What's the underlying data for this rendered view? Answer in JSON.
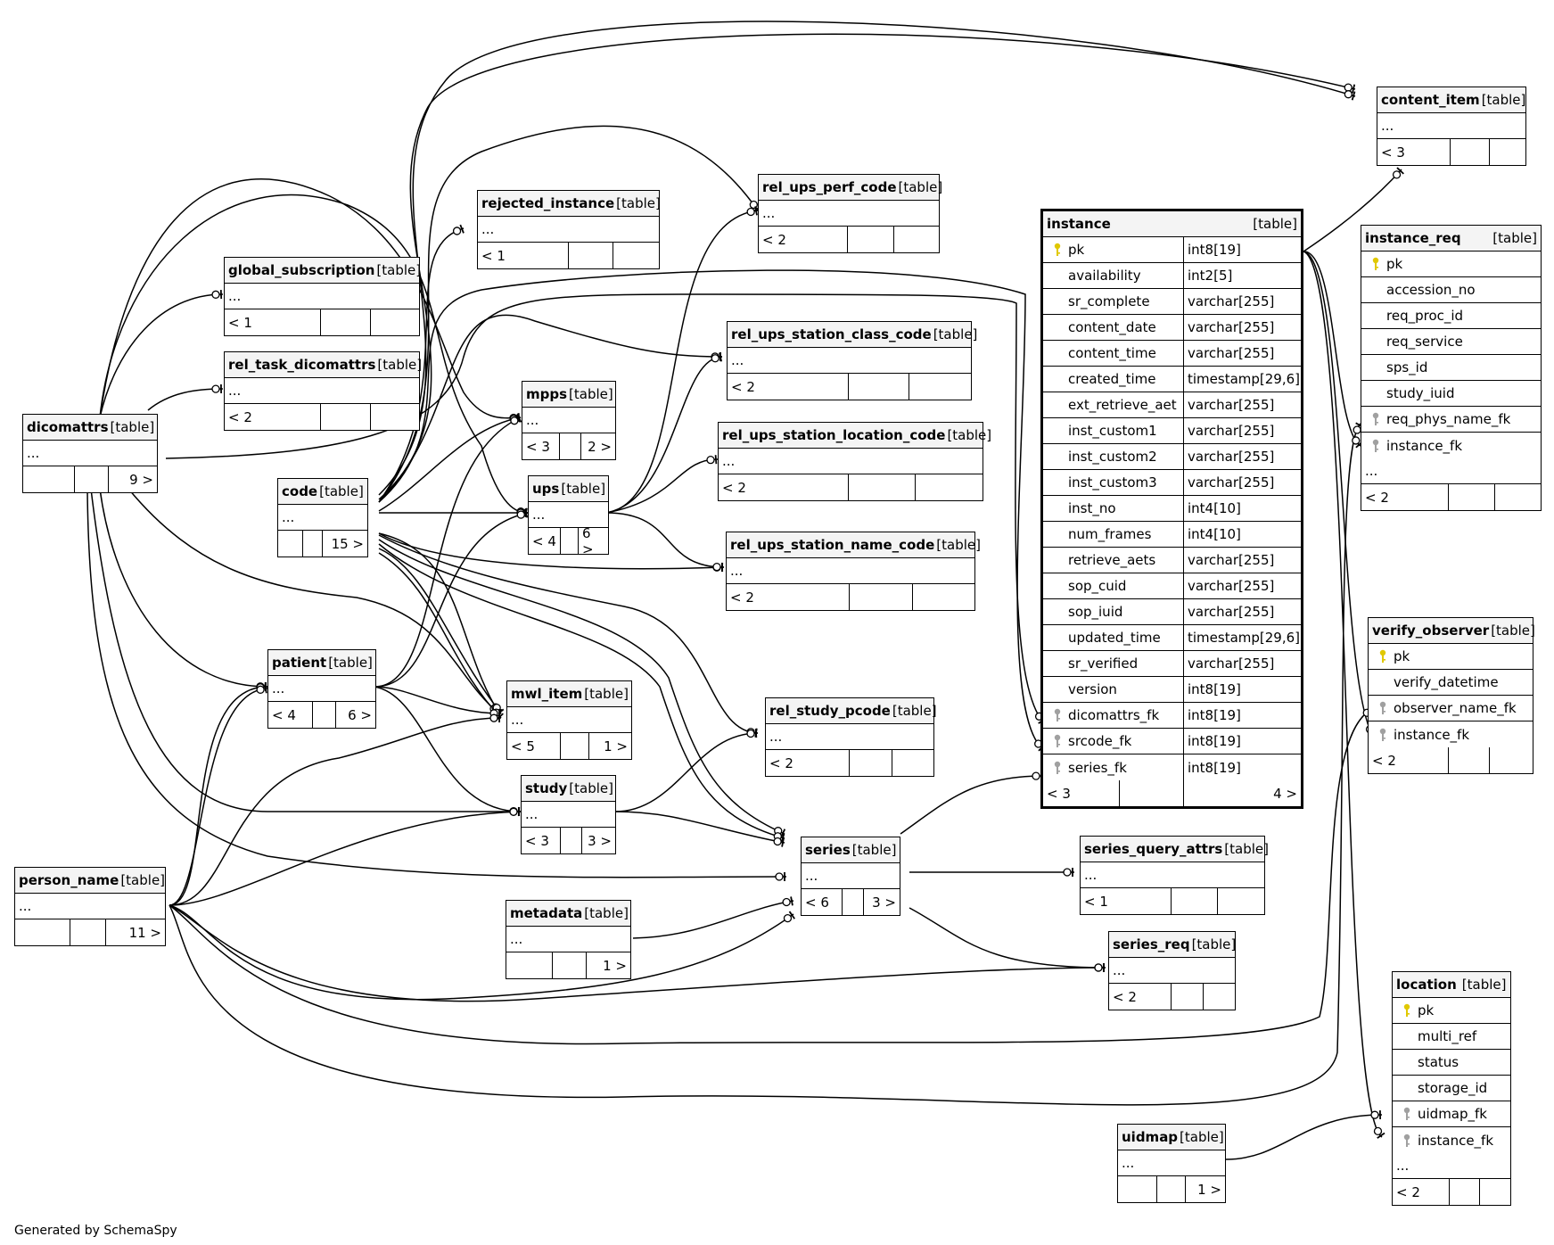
{
  "footer": "Generated by SchemaSpy",
  "colors": {
    "primary_key": "#e0c800",
    "foreign_key": "#a0a0a0",
    "header_bg": "#f4f4f4"
  },
  "tables": {
    "content_item": {
      "name": "content_item",
      "kind": "[table]",
      "ell": "...",
      "foot": [
        "< 3",
        "",
        ""
      ]
    },
    "instance": {
      "name": "instance",
      "kind": "[table]",
      "columns": [
        {
          "name": "pk",
          "type": "int8[19]",
          "key": "pk"
        },
        {
          "name": "availability",
          "type": "int2[5]",
          "key": ""
        },
        {
          "name": "sr_complete",
          "type": "varchar[255]",
          "key": ""
        },
        {
          "name": "content_date",
          "type": "varchar[255]",
          "key": ""
        },
        {
          "name": "content_time",
          "type": "varchar[255]",
          "key": ""
        },
        {
          "name": "created_time",
          "type": "timestamp[29,6]",
          "key": ""
        },
        {
          "name": "ext_retrieve_aet",
          "type": "varchar[255]",
          "key": ""
        },
        {
          "name": "inst_custom1",
          "type": "varchar[255]",
          "key": ""
        },
        {
          "name": "inst_custom2",
          "type": "varchar[255]",
          "key": ""
        },
        {
          "name": "inst_custom3",
          "type": "varchar[255]",
          "key": ""
        },
        {
          "name": "inst_no",
          "type": "int4[10]",
          "key": ""
        },
        {
          "name": "num_frames",
          "type": "int4[10]",
          "key": ""
        },
        {
          "name": "retrieve_aets",
          "type": "varchar[255]",
          "key": ""
        },
        {
          "name": "sop_cuid",
          "type": "varchar[255]",
          "key": ""
        },
        {
          "name": "sop_iuid",
          "type": "varchar[255]",
          "key": ""
        },
        {
          "name": "updated_time",
          "type": "timestamp[29,6]",
          "key": ""
        },
        {
          "name": "sr_verified",
          "type": "varchar[255]",
          "key": ""
        },
        {
          "name": "version",
          "type": "int8[19]",
          "key": ""
        },
        {
          "name": "dicomattrs_fk",
          "type": "int8[19]",
          "key": "fk"
        },
        {
          "name": "srcode_fk",
          "type": "int8[19]",
          "key": "fk"
        },
        {
          "name": "series_fk",
          "type": "int8[19]",
          "key": "fk"
        }
      ],
      "foot": [
        "< 3",
        "",
        "4 >"
      ]
    },
    "instance_req": {
      "name": "instance_req",
      "kind": "[table]",
      "columns": [
        {
          "name": "pk",
          "key": "pk"
        },
        {
          "name": "accession_no",
          "key": ""
        },
        {
          "name": "req_proc_id",
          "key": ""
        },
        {
          "name": "req_service",
          "key": ""
        },
        {
          "name": "sps_id",
          "key": ""
        },
        {
          "name": "study_iuid",
          "key": ""
        },
        {
          "name": "req_phys_name_fk",
          "key": "fk"
        },
        {
          "name": "instance_fk",
          "key": "fk"
        }
      ],
      "ell": "...",
      "foot": [
        "< 2",
        "",
        ""
      ]
    },
    "verify_observer": {
      "name": "verify_observer",
      "kind": "[table]",
      "columns": [
        {
          "name": "pk",
          "key": "pk"
        },
        {
          "name": "verify_datetime",
          "key": ""
        },
        {
          "name": "observer_name_fk",
          "key": "fk"
        },
        {
          "name": "instance_fk",
          "key": "fk"
        }
      ],
      "foot": [
        "< 2",
        "",
        ""
      ]
    },
    "location": {
      "name": "location",
      "kind": "[table]",
      "columns": [
        {
          "name": "pk",
          "key": "pk"
        },
        {
          "name": "multi_ref",
          "key": ""
        },
        {
          "name": "status",
          "key": ""
        },
        {
          "name": "storage_id",
          "key": ""
        },
        {
          "name": "uidmap_fk",
          "key": "fk"
        },
        {
          "name": "instance_fk",
          "key": "fk"
        }
      ],
      "ell": "...",
      "foot": [
        "< 2",
        "",
        ""
      ]
    },
    "rel_ups_perf_code": {
      "name": "rel_ups_perf_code",
      "kind": "[table]",
      "ell": "...",
      "foot": [
        "< 2",
        "",
        ""
      ]
    },
    "rejected_instance": {
      "name": "rejected_instance",
      "kind": "[table]",
      "ell": "...",
      "foot": [
        "< 1",
        "",
        ""
      ]
    },
    "global_subscription": {
      "name": "global_subscription",
      "kind": "[table]",
      "ell": "...",
      "foot": [
        "< 1",
        "",
        ""
      ]
    },
    "rel_task_dicomattrs": {
      "name": "rel_task_dicomattrs",
      "kind": "[table]",
      "ell": "...",
      "foot": [
        "< 2",
        "",
        ""
      ]
    },
    "rel_ups_station_class_code": {
      "name": "rel_ups_station_class_code",
      "kind": "[table]",
      "ell": "...",
      "foot": [
        "< 2",
        "",
        ""
      ]
    },
    "mpps": {
      "name": "mpps",
      "kind": "[table]",
      "ell": "...",
      "foot": [
        "< 3",
        "",
        "2 >"
      ]
    },
    "rel_ups_station_location_code": {
      "name": "rel_ups_station_location_code",
      "kind": "[table]",
      "ell": "...",
      "foot": [
        "< 2",
        "",
        ""
      ]
    },
    "dicomattrs": {
      "name": "dicomattrs",
      "kind": "[table]",
      "ell": "...",
      "foot": [
        "",
        "",
        "9 >"
      ]
    },
    "code": {
      "name": "code",
      "kind": "[table]",
      "ell": "...",
      "foot": [
        "",
        "",
        "15 >"
      ]
    },
    "ups": {
      "name": "ups",
      "kind": "[table]",
      "ell": "...",
      "foot": [
        "< 4",
        "",
        "6 >"
      ]
    },
    "rel_ups_station_name_code": {
      "name": "rel_ups_station_name_code",
      "kind": "[table]",
      "ell": "...",
      "foot": [
        "< 2",
        "",
        ""
      ]
    },
    "patient": {
      "name": "patient",
      "kind": "[table]",
      "ell": "...",
      "foot": [
        "< 4",
        "",
        "6 >"
      ]
    },
    "mwl_item": {
      "name": "mwl_item",
      "kind": "[table]",
      "ell": "...",
      "foot": [
        "< 5",
        "",
        "1 >"
      ]
    },
    "rel_study_pcode": {
      "name": "rel_study_pcode",
      "kind": "[table]",
      "ell": "...",
      "foot": [
        "< 2",
        "",
        ""
      ]
    },
    "study": {
      "name": "study",
      "kind": "[table]",
      "ell": "...",
      "foot": [
        "< 3",
        "",
        "3 >"
      ]
    },
    "series": {
      "name": "series",
      "kind": "[table]",
      "ell": "...",
      "foot": [
        "< 6",
        "",
        "3 >"
      ]
    },
    "series_query_attrs": {
      "name": "series_query_attrs",
      "kind": "[table]",
      "ell": "...",
      "foot": [
        "< 1",
        "",
        ""
      ]
    },
    "person_name": {
      "name": "person_name",
      "kind": "[table]",
      "ell": "...",
      "foot": [
        "",
        "",
        "11 >"
      ]
    },
    "metadata": {
      "name": "metadata",
      "kind": "[table]",
      "ell": "...",
      "foot": [
        "",
        "",
        "1 >"
      ]
    },
    "series_req": {
      "name": "series_req",
      "kind": "[table]",
      "ell": "...",
      "foot": [
        "< 2",
        "",
        ""
      ]
    },
    "uidmap": {
      "name": "uidmap",
      "kind": "[table]",
      "ell": "...",
      "foot": [
        "",
        "",
        "1 >"
      ]
    }
  }
}
